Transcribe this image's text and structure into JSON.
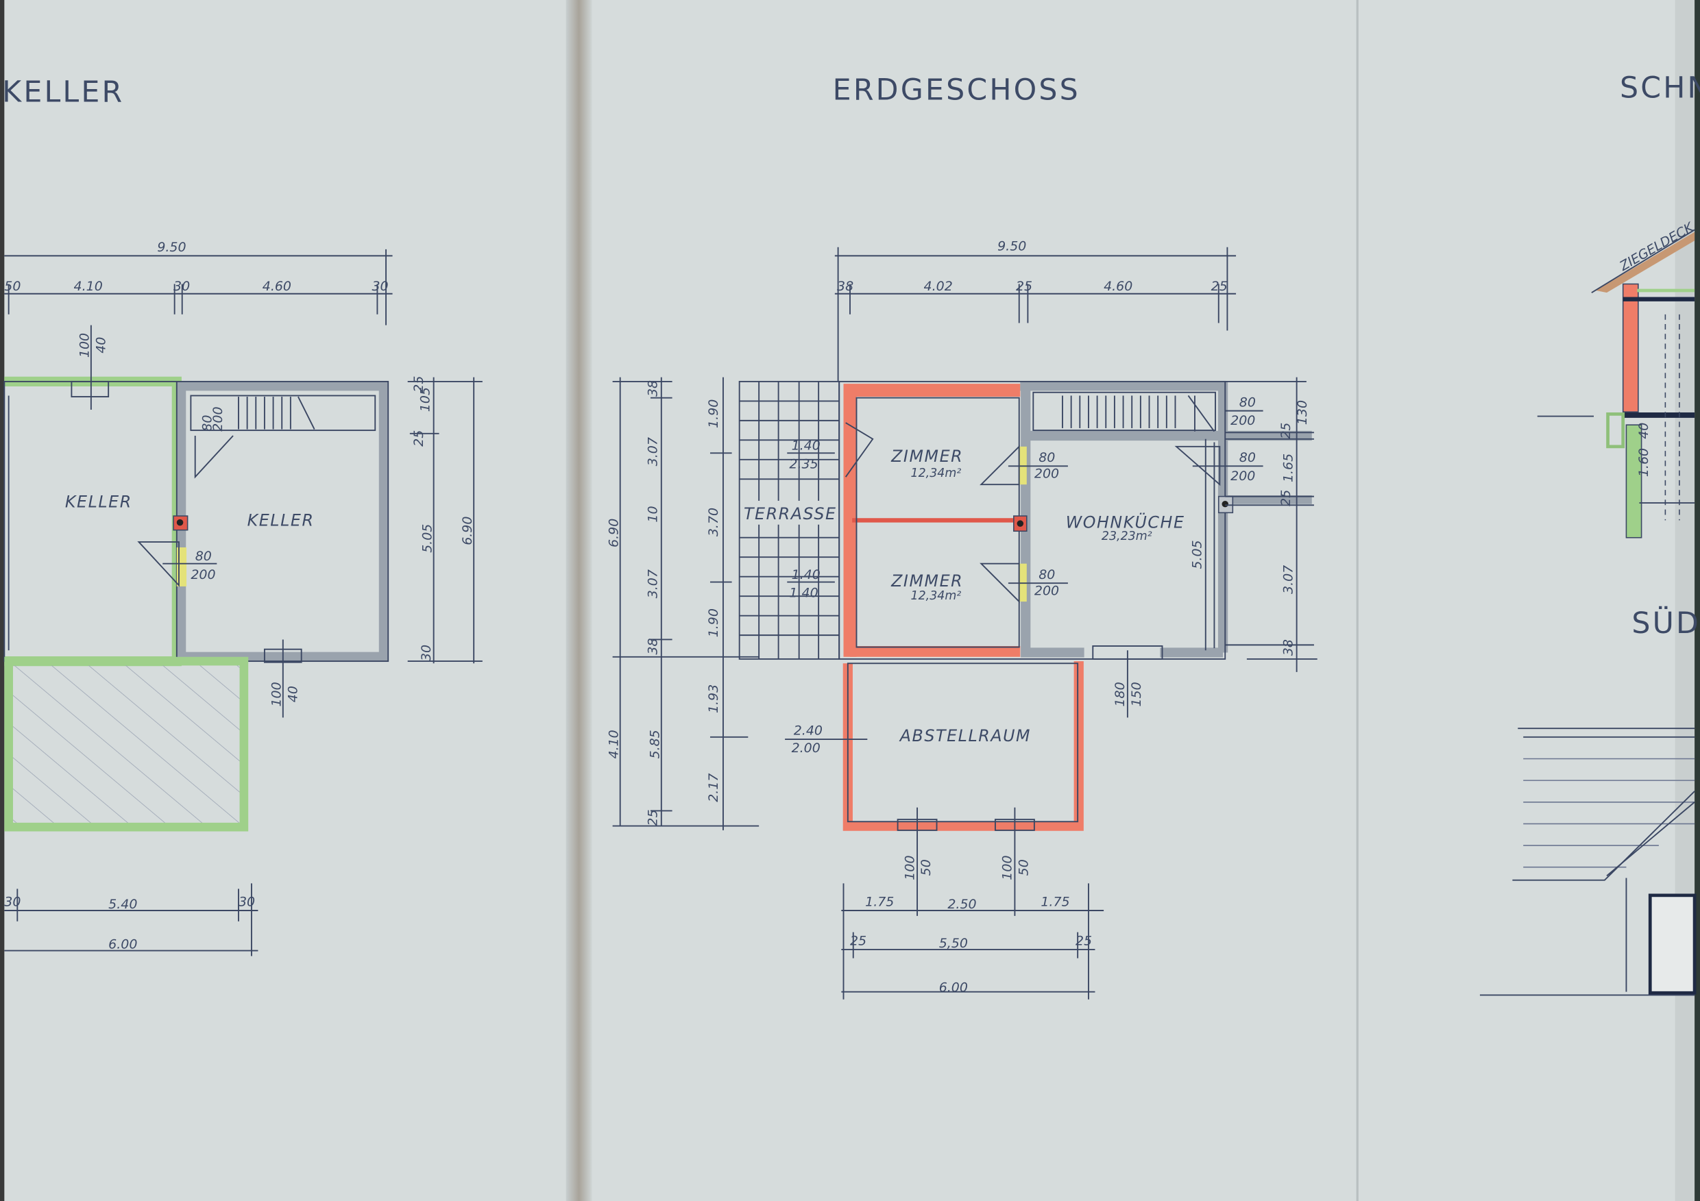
{
  "titles": {
    "keller": "KELLER",
    "erdgeschoss": "ERDGESCHOSS",
    "schnitt": "SCHN",
    "sued": "SÜD"
  },
  "colors": {
    "paper": "#d6dcdc",
    "ink": "#3b4763",
    "wall_grey": "#9aa3ad",
    "wall_red": "#ef7d68",
    "wall_green": "#9fd08a",
    "door_yellow": "#e4e27a"
  },
  "keller": {
    "rooms": [
      "KELLER",
      "KELLER"
    ],
    "top_total": "9.50",
    "top_segments": [
      "50",
      "4.10",
      "30",
      "4.60",
      "30"
    ],
    "window_top": [
      "100",
      "40"
    ],
    "stair_door": [
      "80",
      "200"
    ],
    "door": [
      "80",
      "200"
    ],
    "right_segments": [
      "25",
      "105",
      "25",
      "5.05",
      "30"
    ],
    "right_total": "6.90",
    "window_bottom": [
      "100",
      "40"
    ],
    "bottom_segments": [
      "30",
      "5.40",
      "30"
    ],
    "bottom_total": "6.00"
  },
  "erdgeschoss": {
    "rooms": {
      "zimmer1": {
        "name": "ZIMMER",
        "area": "12,34m²"
      },
      "zimmer2": {
        "name": "ZIMMER",
        "area": "12,34m²"
      },
      "wohnkueche": {
        "name": "WOHNKÜCHE",
        "area": "23,23m²"
      },
      "terrasse": "TERRASSE",
      "abstellraum": "ABSTELLRAUM"
    },
    "top_total": "9.50",
    "top_segments": [
      "38",
      "4.02",
      "25",
      "4.60",
      "25"
    ],
    "left_outer": [
      "6.90",
      "4.10"
    ],
    "left_inner": [
      "38",
      "3.07",
      "10",
      "3.07",
      "38",
      "5.85",
      "25"
    ],
    "left_openings": [
      "1.90",
      "3.70",
      "1.90",
      "1.93",
      "2.17"
    ],
    "windows": [
      [
        "1.40",
        "2.35"
      ],
      [
        "1.40",
        "1.40"
      ],
      [
        "2.40",
        "2.00"
      ]
    ],
    "doors": [
      [
        "80",
        "200"
      ],
      [
        "80",
        "200"
      ],
      [
        "80",
        "200"
      ],
      [
        "80",
        "200"
      ]
    ],
    "right_segments": [
      "130",
      "25",
      "1.65",
      "25",
      "3.07",
      "38"
    ],
    "inner_height": "5.05",
    "bottom_door": [
      "180",
      "150"
    ],
    "bottom_windows": [
      [
        "100",
        "50"
      ],
      [
        "100",
        "50"
      ]
    ],
    "bottom_row1": [
      "1.75",
      "2.50",
      "1.75"
    ],
    "bottom_row2": [
      "25",
      "5,50",
      "25"
    ],
    "bottom_total": "6.00"
  },
  "schnitt": {
    "roof_label": "ZIEGELDECK",
    "dims": [
      "1.60",
      "40"
    ]
  }
}
